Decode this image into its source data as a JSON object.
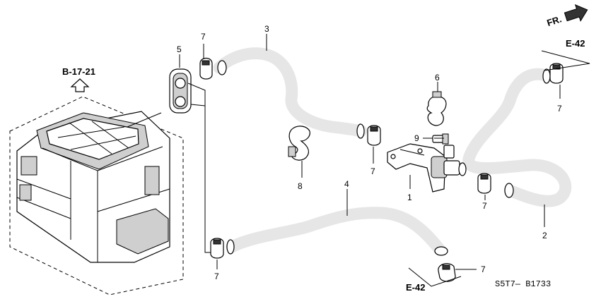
{
  "callouts": {
    "c1": "1",
    "c2": "2",
    "c3": "3",
    "c4": "4",
    "c5": "5",
    "c6": "6",
    "c7a": "7",
    "c7b": "7",
    "c7c": "7",
    "c7d": "7",
    "c7e": "7",
    "c7f": "7",
    "c8": "8",
    "c9": "9"
  },
  "references": {
    "heater_unit": "B-17-21",
    "engine_top": "E-42",
    "engine_bottom": "E-42"
  },
  "front_arrow": "FR.",
  "diagram_code": "S5T7— B1733",
  "colors": {
    "line": "#000000",
    "hose_texture": "#e6e6e6",
    "background": "#ffffff"
  }
}
